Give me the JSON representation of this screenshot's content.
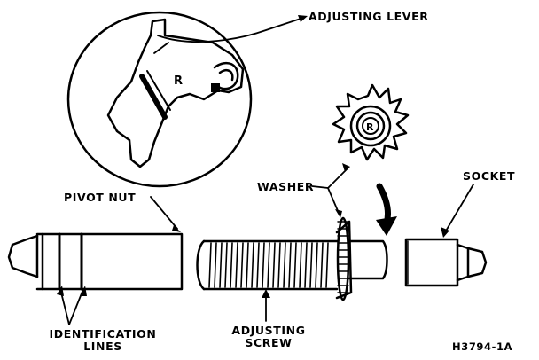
{
  "labels": {
    "adjusting_lever": "ADJUSTING LEVER",
    "washer": "WASHER",
    "socket": "SOCKET",
    "pivot_nut": "PIVOT NUT",
    "identification_lines_1": "IDENTIFICATION",
    "identification_lines_2": "LINES",
    "adjusting_screw_1": "ADJUSTING",
    "adjusting_screw_2": "SCREW",
    "figure_id": "H3794-1A"
  },
  "marks": {
    "lever_mark": "R",
    "wheel_mark": "R"
  },
  "colors": {
    "ink": "#000000",
    "paper": "#ffffff"
  }
}
